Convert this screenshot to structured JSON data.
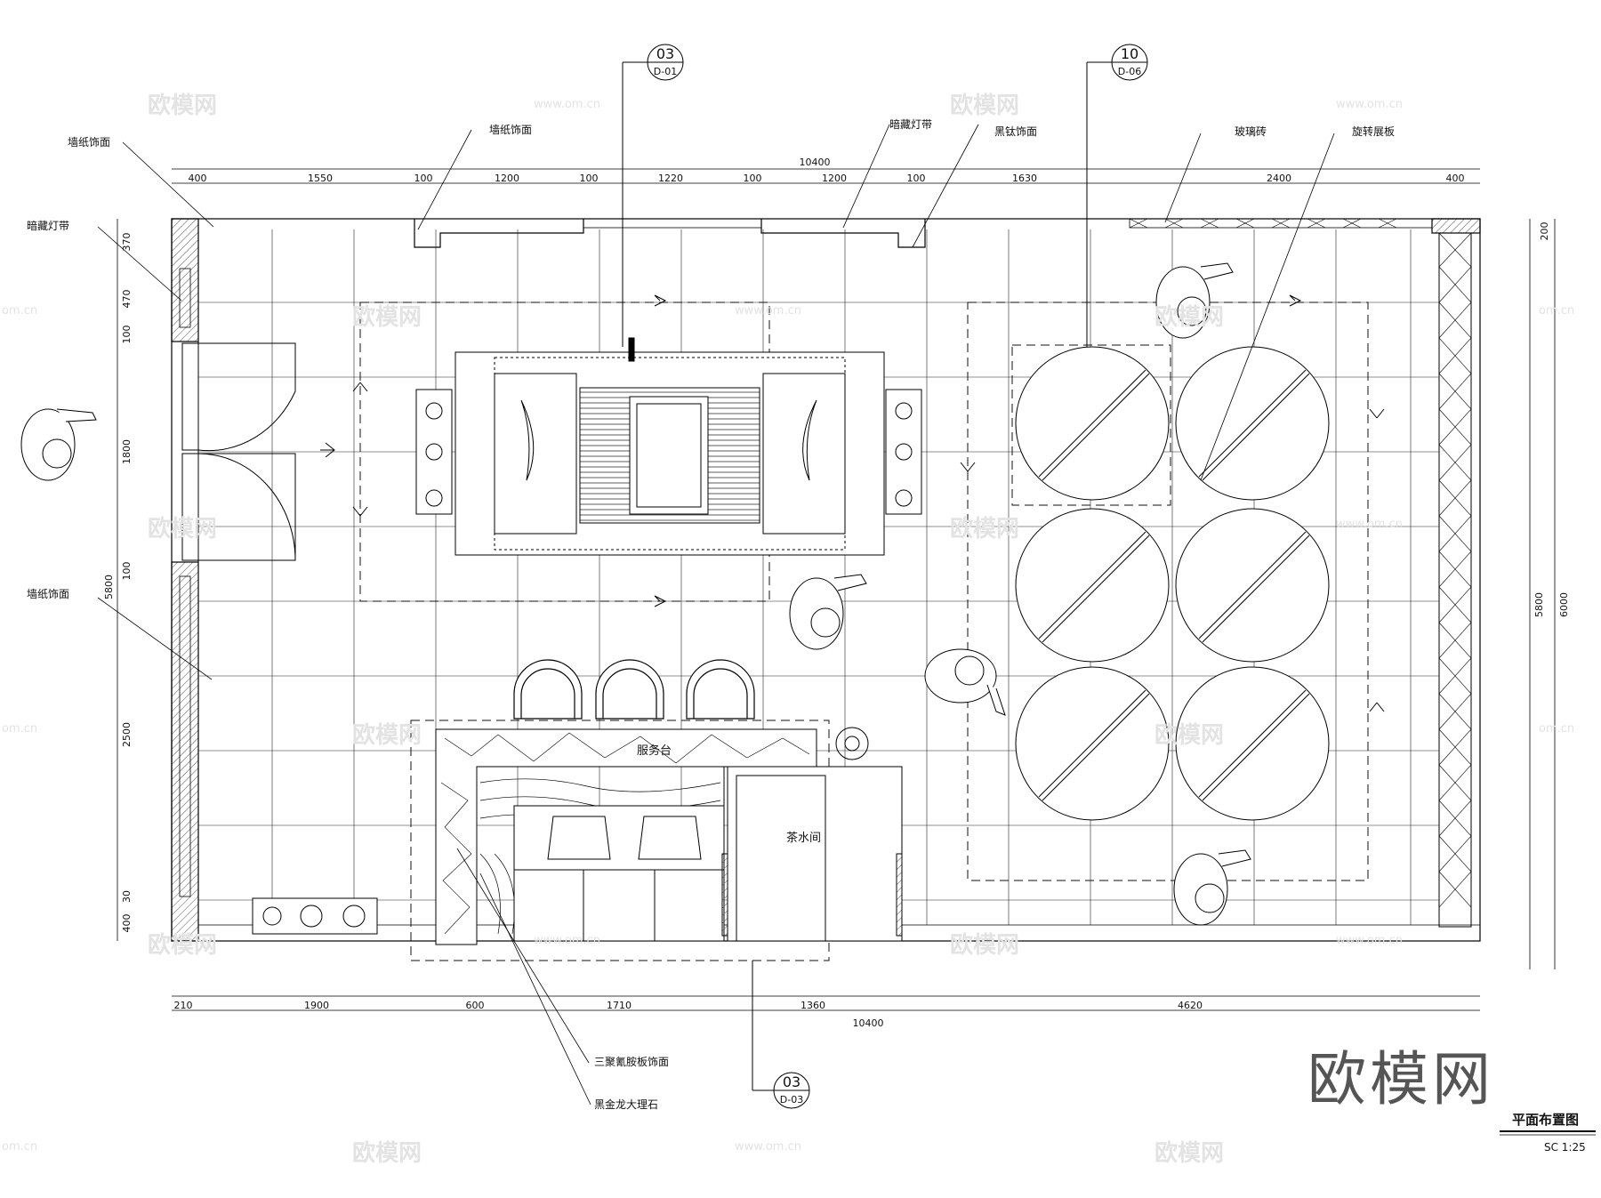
{
  "title_block": {
    "title": "平面布置图",
    "scale": "SC 1:25"
  },
  "callouts": {
    "top_section": {
      "number": "03",
      "sheet": "D-01"
    },
    "top_right_section": {
      "number": "10",
      "sheet": "D-06"
    },
    "bottom_section": {
      "number": "03",
      "sheet": "D-03"
    }
  },
  "labels": {
    "wallpaper_1": "墙纸饰面",
    "wallpaper_2": "墙纸饰面",
    "wallpaper_3": "墙纸饰面",
    "hidden_light_left": "暗藏灯带",
    "hidden_light_top": "暗藏灯带",
    "black_titanium": "黑钛饰面",
    "glass_brick": "玻璃砖",
    "rotating_board": "旋转展板",
    "melamine": "三聚氰胺板饰面",
    "marble": "黑金龙大理石",
    "service_counter": "服务台",
    "tea_room": "茶水间"
  },
  "dimensions": {
    "top_total": "10400",
    "top_segments": [
      "400",
      "1550",
      "100",
      "1200",
      "100",
      "1220",
      "100",
      "1200",
      "100",
      "1630",
      "2400",
      "400"
    ],
    "bottom_total": "10400",
    "bottom_segments": [
      "210",
      "1900",
      "600",
      "1710",
      "1360",
      "4620"
    ],
    "left_segments": [
      "370",
      "470",
      "100",
      "1800",
      "100",
      "2500",
      "30",
      "400"
    ],
    "left_total": "5800",
    "right_segments": [
      "200",
      "5800",
      "6000"
    ]
  },
  "watermarks": {
    "brand": "欧模网",
    "brand_small": "欧模网",
    "url": "www.om.cn",
    "url_short": "om.cn"
  }
}
